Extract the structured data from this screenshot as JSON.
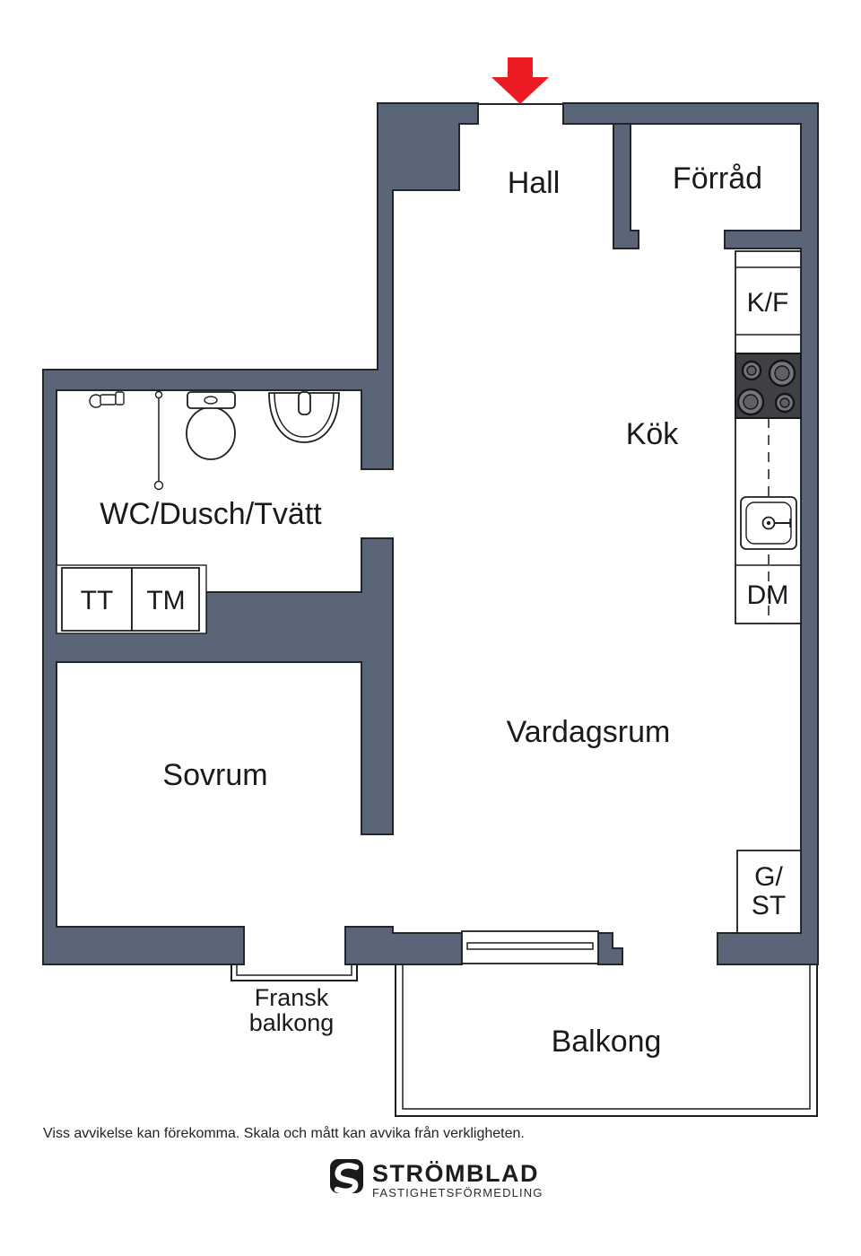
{
  "colors": {
    "wall": "#5a6577",
    "outline": "#23252a",
    "arrow_red": "#ed1c24",
    "stove_dark": "#3e4043",
    "burner_gray": "#74767b",
    "text": "#1a1a1a",
    "logo_black": "#1c1d20"
  },
  "rooms": {
    "hall": "Hall",
    "forrad": "Förråd",
    "kok": "Kök",
    "wc_dusch_tvatt": "WC/Dusch/Tvätt",
    "sovrum": "Sovrum",
    "vardagsrum": "Vardagsrum",
    "balkong": "Balkong",
    "fransk_balkong": {
      "line1": "Fransk",
      "line2": "balkong"
    }
  },
  "appliances": {
    "fridge_freezer": "K/F",
    "dishwasher": "DM",
    "dryer": "TT",
    "washer": "TM",
    "wardrobe": {
      "line1": "G/",
      "line2": "ST"
    }
  },
  "footer": {
    "disclaimer": "Viss avvikelse kan förekomma. Skala och mått kan avvika från verkligheten.",
    "brand_name": "STRÖMBLAD",
    "brand_tagline": "FASTIGHETSFÖRMEDLING"
  }
}
